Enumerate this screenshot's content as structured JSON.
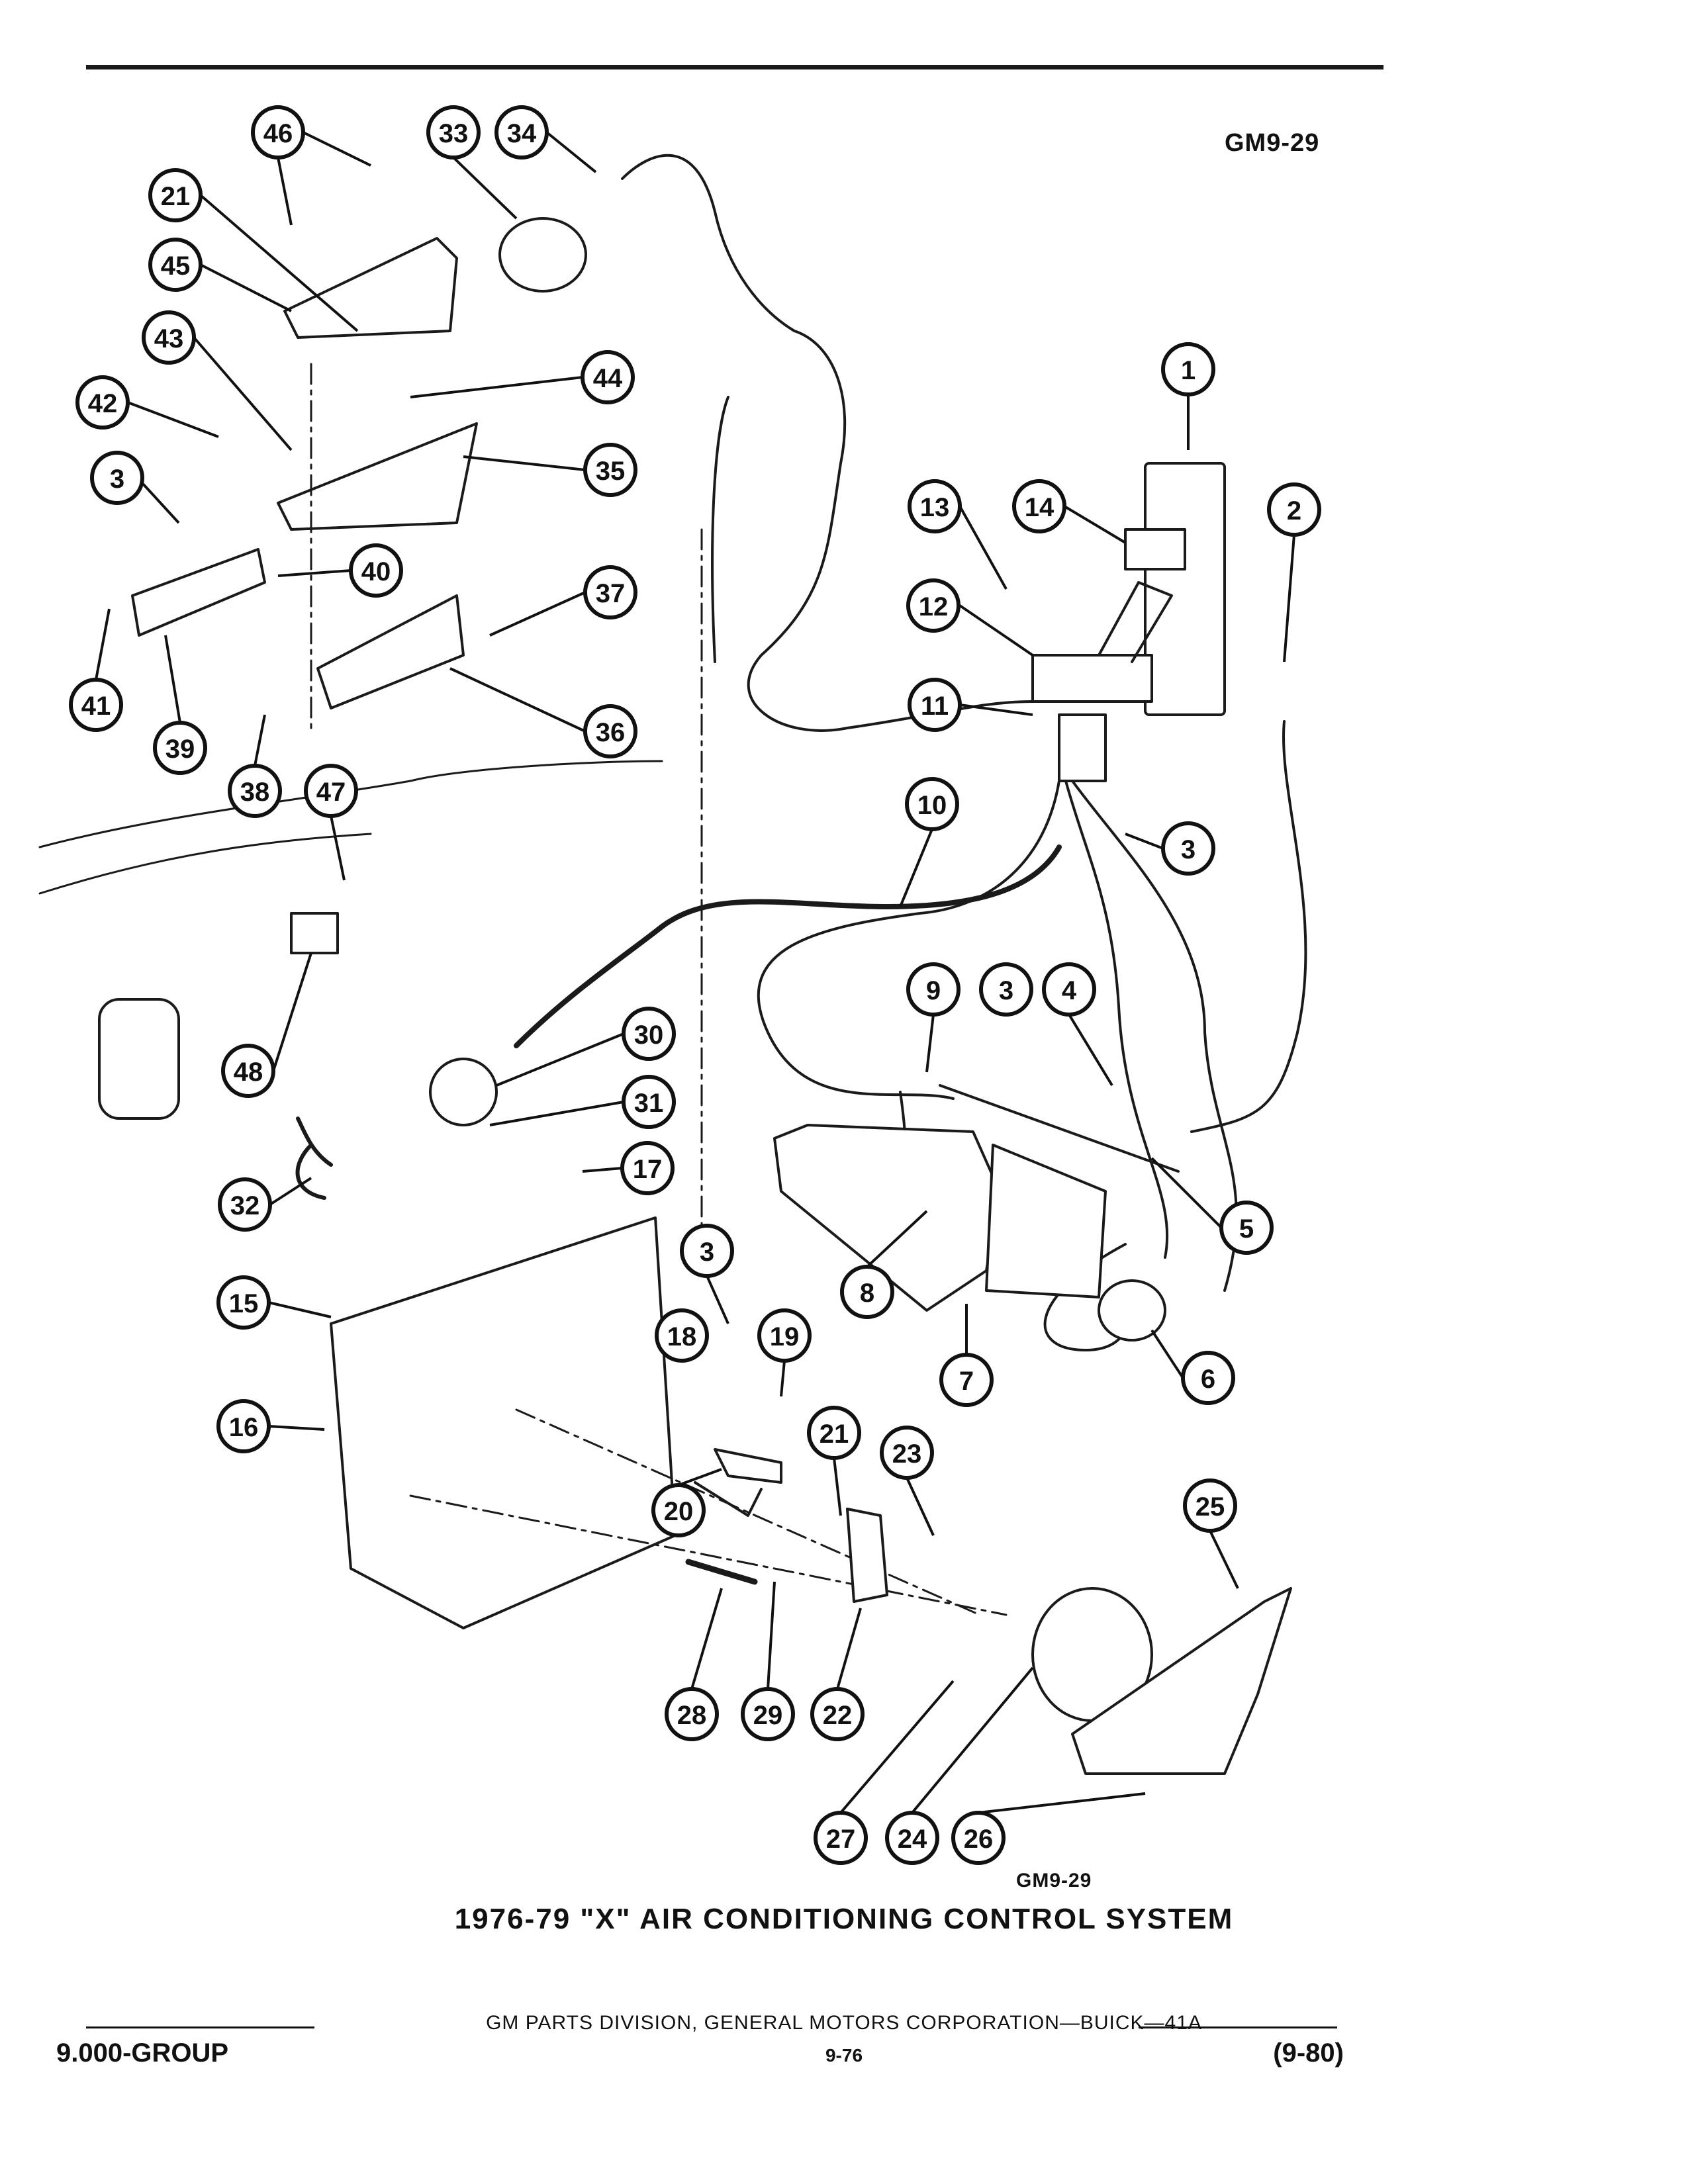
{
  "figure_code_top": "GM9-29",
  "figure_code_bottom": "GM9-29",
  "figure_title": "1976-79 \"X\" AIR CONDITIONING CONTROL SYSTEM",
  "callouts": [
    "1",
    "2",
    "3",
    "4",
    "5",
    "6",
    "7",
    "8",
    "9",
    "10",
    "11",
    "12",
    "13",
    "14",
    "15",
    "16",
    "17",
    "18",
    "19",
    "20",
    "21",
    "22",
    "23",
    "24",
    "25",
    "26",
    "27",
    "28",
    "29",
    "30",
    "31",
    "32",
    "33",
    "34",
    "35",
    "36",
    "37",
    "38",
    "39",
    "40",
    "41",
    "42",
    "43",
    "44",
    "45",
    "46",
    "47",
    "48"
  ],
  "footer": {
    "center": "GM PARTS DIVISION, GENERAL MOTORS CORPORATION—BUICK—41A",
    "group": "9.000-GROUP",
    "page": "9-76",
    "date": "(9-80)"
  }
}
